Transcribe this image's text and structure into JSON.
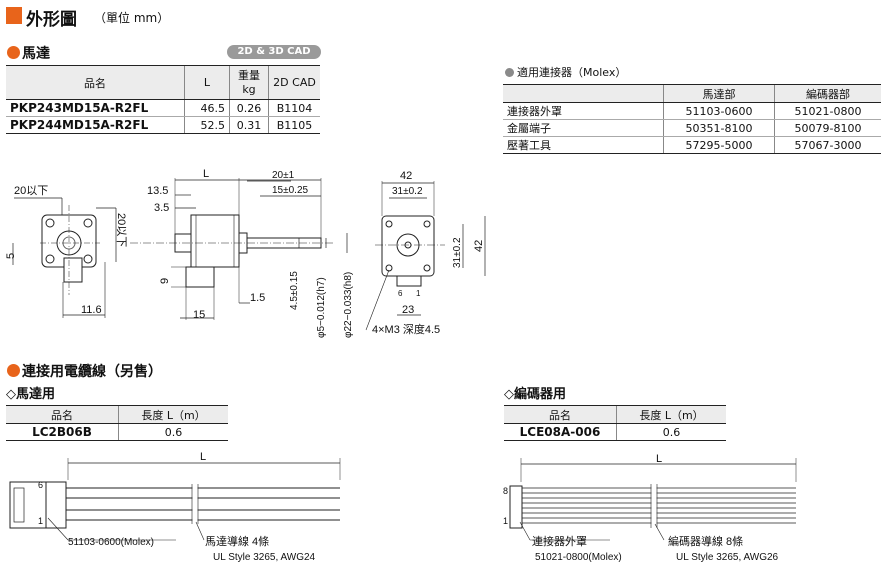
{
  "title": "外形圖",
  "unit_note": "（單位 mm）",
  "motor_section": {
    "heading": "馬達",
    "cad_badge": "2D & 3D CAD",
    "table": {
      "headers": [
        "品名",
        "L",
        "重量\nkg",
        "2D CAD"
      ],
      "rows": [
        [
          "PKP243MD15A-R2FL",
          "46.5",
          "0.26",
          "B1104"
        ],
        [
          "PKP244MD15A-R2FL",
          "52.5",
          "0.31",
          "B1105"
        ]
      ]
    }
  },
  "connector_table": {
    "heading": "適用連接器（Molex）",
    "headers": [
      "",
      "馬達部",
      "編碼器部"
    ],
    "rows": [
      [
        "連接器外罩",
        "51103-0600",
        "51021-0800"
      ],
      [
        "金屬端子",
        "50351-8100",
        "50079-8100"
      ],
      [
        "壓著工具",
        "57295-5000",
        "57067-3000"
      ]
    ]
  },
  "drawing_labels": {
    "d_20max_a": "20以下",
    "d_20max_b": "20以下",
    "d_5": "5",
    "d_11_6": "11.6",
    "d_L": "L",
    "d_13_5": "13.5",
    "d_3_5": "3.5",
    "d_20pm1": "20±1",
    "d_15pm025": "15±0.25",
    "d_9": "9",
    "d_15": "15",
    "d_1_5": "1.5",
    "d_4_5": "4.5±0.15",
    "d_phi5": "φ5−0.012(h7)",
    "d_phi22": "φ22−0.033(h8)",
    "d_42_top": "42",
    "d_31_top": "31±0.2",
    "d_31_side": "31±0.2",
    "d_42_side": "42",
    "d_23": "23",
    "d_m3": "4×M3 深度4.5",
    "pin_6": "6",
    "pin_1": "1",
    "pin_8": "8"
  },
  "cable_section": {
    "heading": "連接用電纜線（另售）",
    "motor_sub": "◇馬達用",
    "motor_table": {
      "headers": [
        "品名",
        "長度 L（m）"
      ],
      "rows": [
        [
          "LC2B06B",
          "0.6"
        ]
      ]
    },
    "encoder_sub": "◇編碼器用",
    "encoder_table": {
      "headers": [
        "品名",
        "長度 L（m）"
      ],
      "rows": [
        [
          "LCE08A-006",
          "0.6"
        ]
      ]
    },
    "motor_cable": {
      "L": "L",
      "pin_top": "6",
      "pin_bottom": "1",
      "connector_label": "51103-0600(Molex)",
      "lead_label": "馬達導線 4條",
      "spec_label": "UL Style 3265, AWG24"
    },
    "encoder_cable": {
      "L": "L",
      "pin_top": "8",
      "pin_bottom": "1",
      "housing_label": "連接器外罩",
      "housing_part": "51021-0800(Molex)",
      "lead_label": "編碼器導線 8條",
      "spec_label": "UL Style 3265, AWG26"
    }
  }
}
